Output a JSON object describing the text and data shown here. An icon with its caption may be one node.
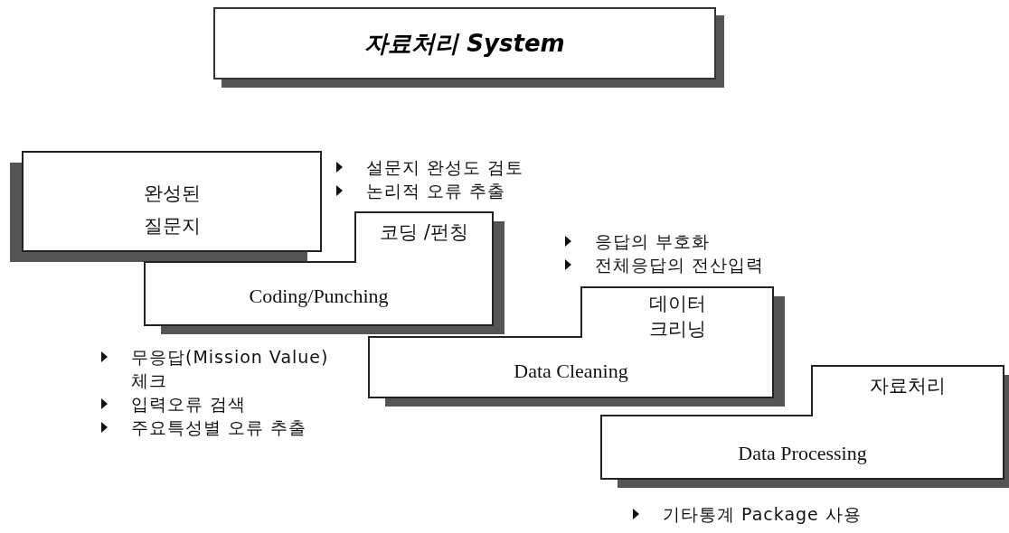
{
  "diagram": {
    "title": "자료처리 System",
    "nodes": [
      {
        "text": [
          "완성된 질문지"
        ],
        "beside": [
          "설문지 완성도 검토",
          "논리적 오류 추출"
        ]
      },
      {
        "text": [
          "코딩 /펀칭",
          "Coding/Punching"
        ],
        "beside": [
          "응답의 부호화",
          "전체응답의 전산입력"
        ]
      },
      {
        "text": [
          "데이터 크리닝",
          "Data Cleaning"
        ],
        "beside": [
          "무응답(Mission Value)체크",
          "입력오류 검색",
          "주요특성별 오류 추출"
        ]
      },
      {
        "text": [
          "자료처리",
          "Data Processing"
        ],
        "beside": [
          "기타통계 Package 사용"
        ]
      }
    ]
  }
}
